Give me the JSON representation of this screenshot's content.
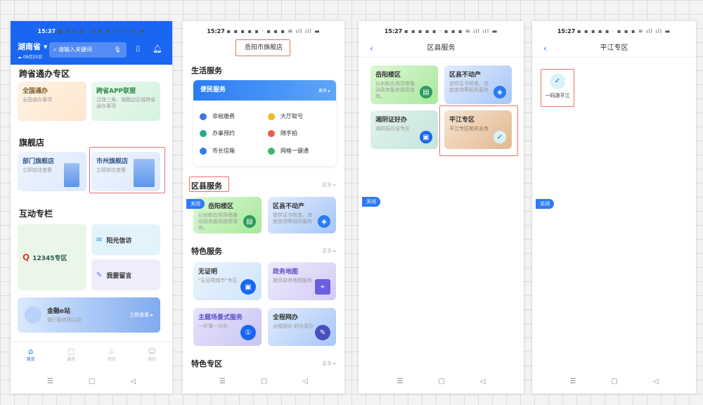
{
  "phone1": {
    "time": "15:37",
    "province": "湖南省",
    "date": "09月25日",
    "search_placeholder": "请输入关键词",
    "section1": "跨省通办专区",
    "card_national": {
      "title": "全国通办",
      "sub": "全国通办事项"
    },
    "card_app": {
      "title": "跨省APP联盟",
      "sub": "泛珠三角、湘赣边区域跨省通办事项"
    },
    "section2": "旗舰店",
    "card_dept": {
      "title": "部门旗舰店",
      "sub": "立即前往查看"
    },
    "card_city": {
      "title": "市州旗舰店",
      "sub": "立即前往查看"
    },
    "section3": "互动专栏",
    "card_12345": "12345专区",
    "card_letters": "阳光信访",
    "card_message": "我要留言",
    "finance": {
      "title": "金融e站",
      "sub": "银行服务指尖办",
      "action": "立即查看 ▸"
    },
    "tabs": [
      "首页",
      "服务",
      "资讯",
      "我的"
    ]
  },
  "phone2": {
    "time": "15:27",
    "title": "岳阳市旗舰店",
    "section_life": "生活服务",
    "convenience": "便民服务",
    "more": "更多 ▸",
    "items": [
      "非税缴费",
      "大厅取号",
      "办事预约",
      "随手拍",
      "市长信箱",
      "网格一键通"
    ],
    "section_county": "区县服务",
    "close": "关闭",
    "county_cards": [
      {
        "title": "岳阳楼区",
        "sub": "以创新应用场景推动政务服务提质增效。"
      },
      {
        "title": "区县不动产",
        "sub": "提供证书核查、进度查询等相关服务"
      }
    ],
    "section_feature": "特色服务",
    "feature_cards": [
      {
        "title": "无证明",
        "sub": "\"无证明城市\"专区"
      },
      {
        "title": "政务地图",
        "sub": "提供政务地图服务"
      },
      {
        "title": "主题场景式服务",
        "sub": "一件事一次办"
      },
      {
        "title": "全程网办",
        "sub": "全程网办 好办易办"
      }
    ],
    "section_zone": "特色专区"
  },
  "phone3": {
    "time": "15:27",
    "title": "区县服务",
    "close": "关闭",
    "cards": [
      {
        "title": "岳阳楼区",
        "sub": "以创新应用场景推动政务服务提质增效。"
      },
      {
        "title": "区县不动产",
        "sub": "提供证书核查、进度查询等相关服务"
      },
      {
        "title": "湘阴证好办",
        "sub": "湘阴县办证专区"
      },
      {
        "title": "平江专区",
        "sub": "平江专区相关业务"
      }
    ]
  },
  "phone4": {
    "time": "15:27",
    "title": "平江专区",
    "item": "一码游平江",
    "close": "关闭"
  }
}
